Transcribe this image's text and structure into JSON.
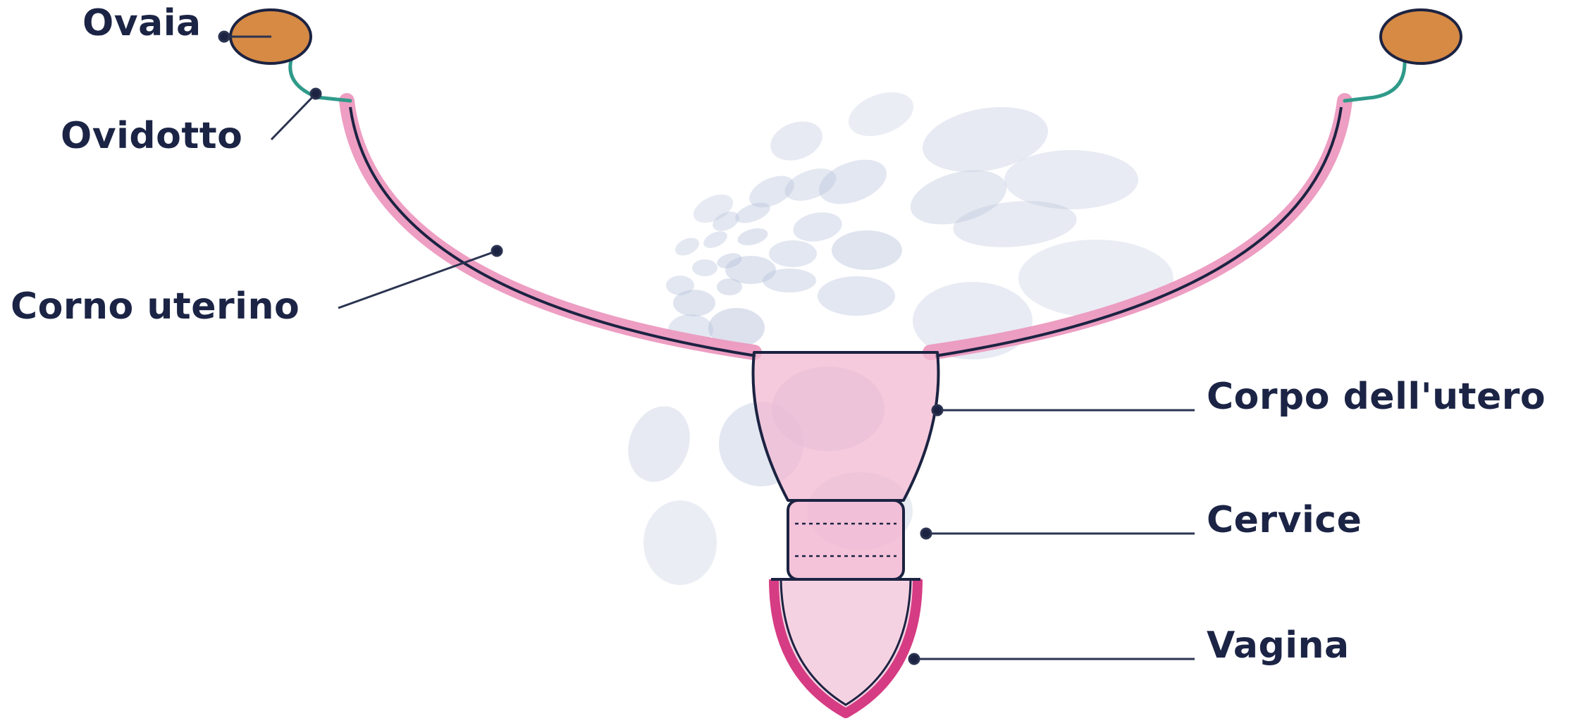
{
  "labels": {
    "ovary": "Ovaia",
    "oviduct": "Ovidotto",
    "uterine_horn": "Corno uterino",
    "uterine_body": "Corpo dell'utero",
    "cervix": "Cervice",
    "vagina": "Vagina"
  },
  "colors": {
    "label_text": "#1b2445",
    "leader_line": "#2a3350",
    "ovary_fill": "#d68a44",
    "oviduct": "#2f9a8a",
    "uterus_wall": "#ec99bf",
    "uterus_fill": "#f2b8d2",
    "vagina_wall": "#d63c83",
    "outline": "#1c2342",
    "watermark": "#b9c3db"
  },
  "icons": {
    "watermark": "spiral-dots-watermark"
  }
}
